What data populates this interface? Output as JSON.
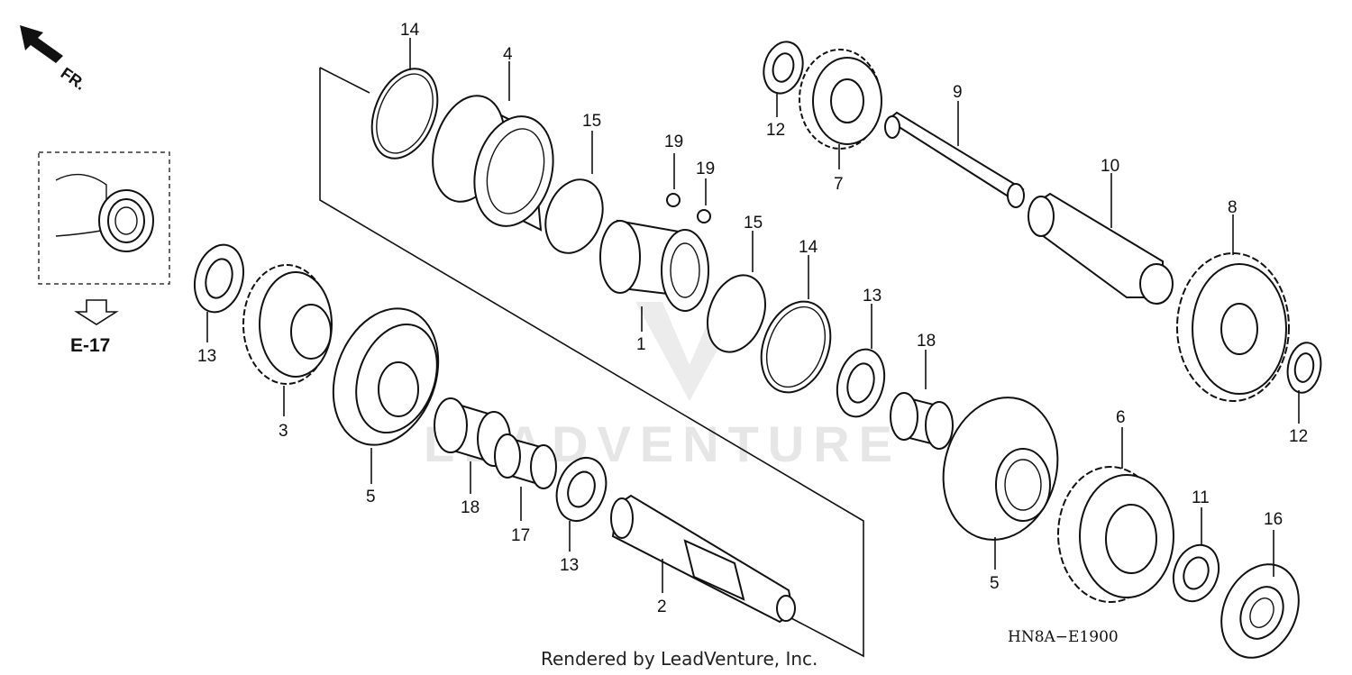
{
  "direction_label": "FR.",
  "reference_label": "E-17",
  "diagram_code": "HN8A−E1900",
  "credit": "Rendered by LeadVenture, Inc.",
  "watermark": "LEADVENTURE",
  "callouts": {
    "c1": "1",
    "c2": "2",
    "c3": "3",
    "c4": "4",
    "c5a": "5",
    "c5b": "5",
    "c6": "6",
    "c7": "7",
    "c8": "8",
    "c9": "9",
    "c10": "10",
    "c11": "11",
    "c12a": "12",
    "c12b": "12",
    "c13a": "13",
    "c13b": "13",
    "c13c": "13",
    "c14a": "14",
    "c14b": "14",
    "c15a": "15",
    "c15b": "15",
    "c16": "16",
    "c17": "17",
    "c18a": "18",
    "c18b": "18",
    "c19a": "19",
    "c19b": "19"
  }
}
